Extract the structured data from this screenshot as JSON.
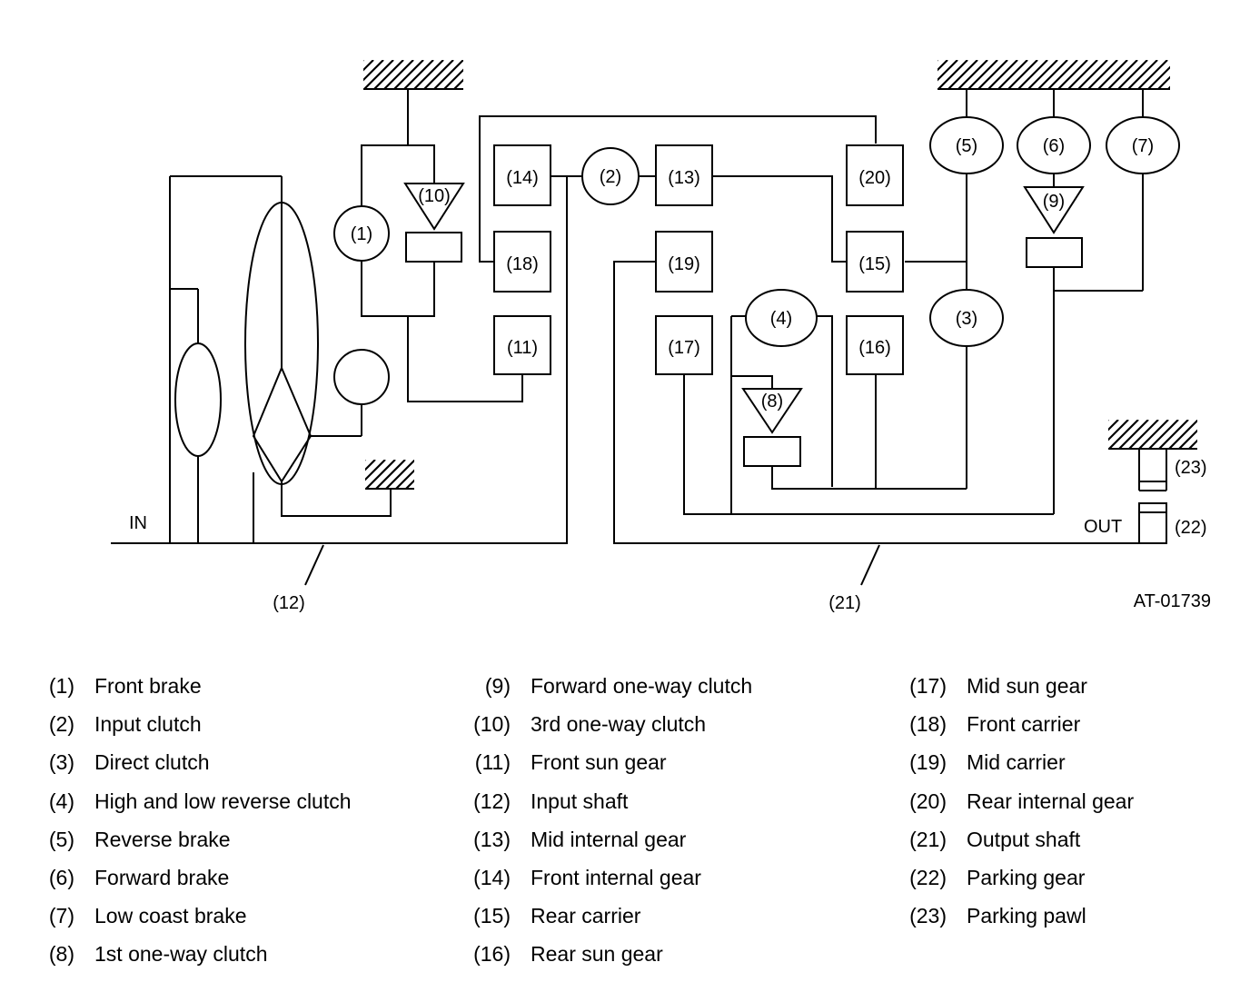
{
  "diagram": {
    "component_labels": {
      "c1": "(1)",
      "c2": "(2)",
      "c3": "(3)",
      "c4": "(4)",
      "c5": "(5)",
      "c6": "(6)",
      "c7": "(7)",
      "c8": "(8)",
      "c9": "(9)",
      "c10": "(10)",
      "c11": "(11)",
      "c12": "(12)",
      "c13": "(13)",
      "c14": "(14)",
      "c15": "(15)",
      "c16": "(16)",
      "c17": "(17)",
      "c18": "(18)",
      "c19": "(19)",
      "c20": "(20)",
      "c21": "(21)",
      "c22": "(22)",
      "c23": "(23)"
    },
    "in_label": "IN",
    "out_label": "OUT",
    "figure_id": "AT-01739"
  },
  "legend": {
    "columns": [
      [
        {
          "num": "(1)",
          "text": "Front brake"
        },
        {
          "num": "(2)",
          "text": "Input clutch"
        },
        {
          "num": "(3)",
          "text": "Direct clutch"
        },
        {
          "num": "(4)",
          "text": "High and low reverse clutch"
        },
        {
          "num": "(5)",
          "text": "Reverse brake"
        },
        {
          "num": "(6)",
          "text": "Forward brake"
        },
        {
          "num": "(7)",
          "text": "Low coast brake"
        },
        {
          "num": "(8)",
          "text": "1st one-way clutch"
        }
      ],
      [
        {
          "num": "(9)",
          "text": "Forward one-way clutch"
        },
        {
          "num": "(10)",
          "text": "3rd one-way clutch"
        },
        {
          "num": "(11)",
          "text": "Front sun gear"
        },
        {
          "num": "(12)",
          "text": "Input shaft"
        },
        {
          "num": "(13)",
          "text": "Mid internal gear"
        },
        {
          "num": "(14)",
          "text": "Front internal gear"
        },
        {
          "num": "(15)",
          "text": "Rear carrier"
        },
        {
          "num": "(16)",
          "text": "Rear sun gear"
        }
      ],
      [
        {
          "num": "(17)",
          "text": "Mid sun gear"
        },
        {
          "num": "(18)",
          "text": "Front carrier"
        },
        {
          "num": "(19)",
          "text": "Mid carrier"
        },
        {
          "num": "(20)",
          "text": "Rear internal gear"
        },
        {
          "num": "(21)",
          "text": "Output shaft"
        },
        {
          "num": "(22)",
          "text": "Parking gear"
        },
        {
          "num": "(23)",
          "text": "Parking pawl"
        }
      ]
    ]
  }
}
